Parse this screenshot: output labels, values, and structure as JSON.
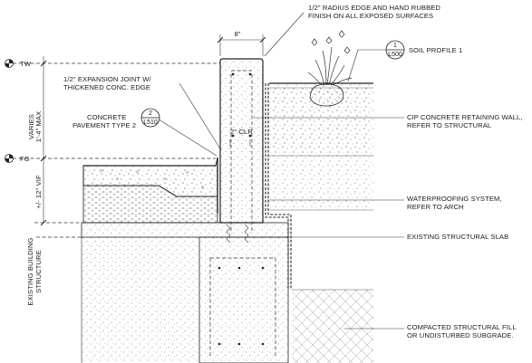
{
  "notes": {
    "radius_edge_line1": "1/2\" RADIUS EDGE AND HAND RUBBED",
    "radius_edge_line2": "FINISH ON ALL EXPOSED SURFACES",
    "soil_profile": "SOIL PROFILE 1",
    "expansion_joint_line1": "1/2\" EXPANSION JOINT W/",
    "expansion_joint_line2": "THICKENED CONC. EDGE",
    "concrete_line1": "CONCRETE",
    "concrete_line2": "PAVEMENT TYPE 2",
    "clr": "2\" CLR",
    "cip_wall_line1": "CIP CONCRETE RETAINING WALL,",
    "cip_wall_line2": "REFER TO STRUCTURAL",
    "waterproofing_line1": "WATERPROOFING SYSTEM,",
    "waterproofing_line2": "REFER TO ARCH",
    "existing_slab": "EXISTING STRUCTURAL SLAB",
    "fill_line1": "COMPACTED STRUCTURAL FILL",
    "fill_line2": "OR UNDISTURBED SUBGRADE."
  },
  "dimensions": {
    "wall_width": "8\"",
    "varies_line1": "VARIES",
    "varies_line2": "1'-4\" MAX",
    "vif": "+/- 12\" VIF"
  },
  "elevations": {
    "tw": "TW",
    "fg": "FG"
  },
  "side_labels": {
    "building_line1": "EXISTING BUILDING",
    "building_line2": "STRUCTURE"
  },
  "callouts": {
    "soil_num": "1",
    "soil_sheet": "L500",
    "pavement_num": "2",
    "pavement_sheet": "L510"
  },
  "icons": [
    "elevation-marker-icon",
    "plant-icon",
    "section-tag-icon"
  ]
}
